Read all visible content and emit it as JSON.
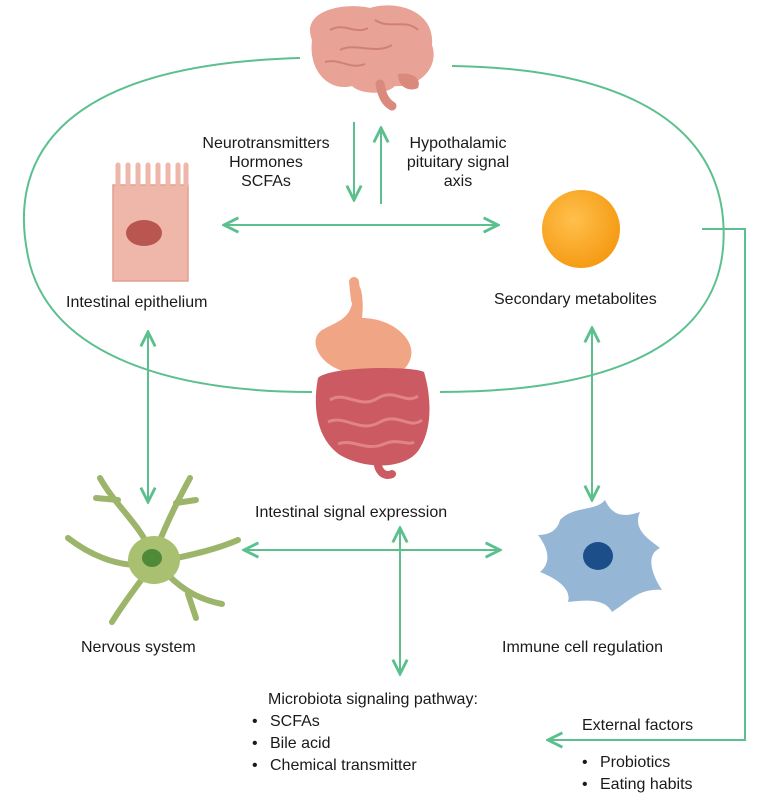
{
  "colors": {
    "arrow": "#5cc08e",
    "brain": "#e8a296",
    "epithelium": "#eeb7aa",
    "metabolite": "#f8a021",
    "stomach": "#f0a585",
    "intestine": "#cc5a62",
    "neuron": "#9cb56a",
    "immune": "#96b6d6"
  },
  "icons": [
    "brain-icon",
    "epithelium-cell-icon",
    "metabolite-sphere-icon",
    "stomach-intestine-icon",
    "neuron-icon",
    "immune-cell-icon"
  ],
  "brain_down": {
    "lines": [
      "Neurotransmitters",
      "Hormones",
      "SCFAs"
    ]
  },
  "brain_up": {
    "lines": [
      "Hypothalamic",
      "pituitary signal",
      "axis"
    ]
  },
  "intestinal_epithelium": {
    "label": "Intestinal epithelium"
  },
  "secondary_metabolites": {
    "label": "Secondary metabolites"
  },
  "intestinal_signal": {
    "label": "Intestinal signal expression"
  },
  "nervous_system": {
    "label": "Nervous system"
  },
  "immune_cell": {
    "label": "Immune cell regulation"
  },
  "microbiota": {
    "title": "Microbiota signaling pathway:",
    "items": [
      "SCFAs",
      "Bile acid",
      "Chemical transmitter"
    ]
  },
  "external": {
    "title": "External factors",
    "items": [
      "Probiotics",
      "Eating habits"
    ]
  },
  "bullet": "•"
}
